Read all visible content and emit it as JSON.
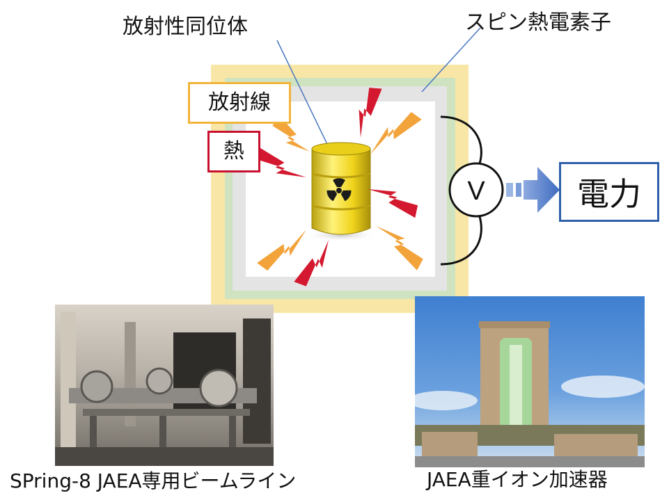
{
  "labels": {
    "isotope": "放射性同位体",
    "spin_thermo": "スピン熱電素子",
    "radiation": "放射線",
    "heat": "熱",
    "voltmeter": "V",
    "power": "電力"
  },
  "captions": {
    "beamline": "SPring-8 JAEA専用ビームライン",
    "accelerator": "JAEA重イオン加速器"
  },
  "colors": {
    "outer_layer": "#f7e6a6",
    "middle_layer": "#cfe3c0",
    "inner_layer": "#e4e4e4",
    "radiation_bolt": "#f2a33a",
    "heat_bolt": "#d3182f",
    "arrow": "#4472c4",
    "power_border": "#2f5fa8",
    "barrel": "#f1d51e"
  },
  "icons": [
    "radiation-trefoil-icon",
    "lightning-bolt-icon",
    "arrow-right-icon",
    "voltmeter-icon"
  ]
}
